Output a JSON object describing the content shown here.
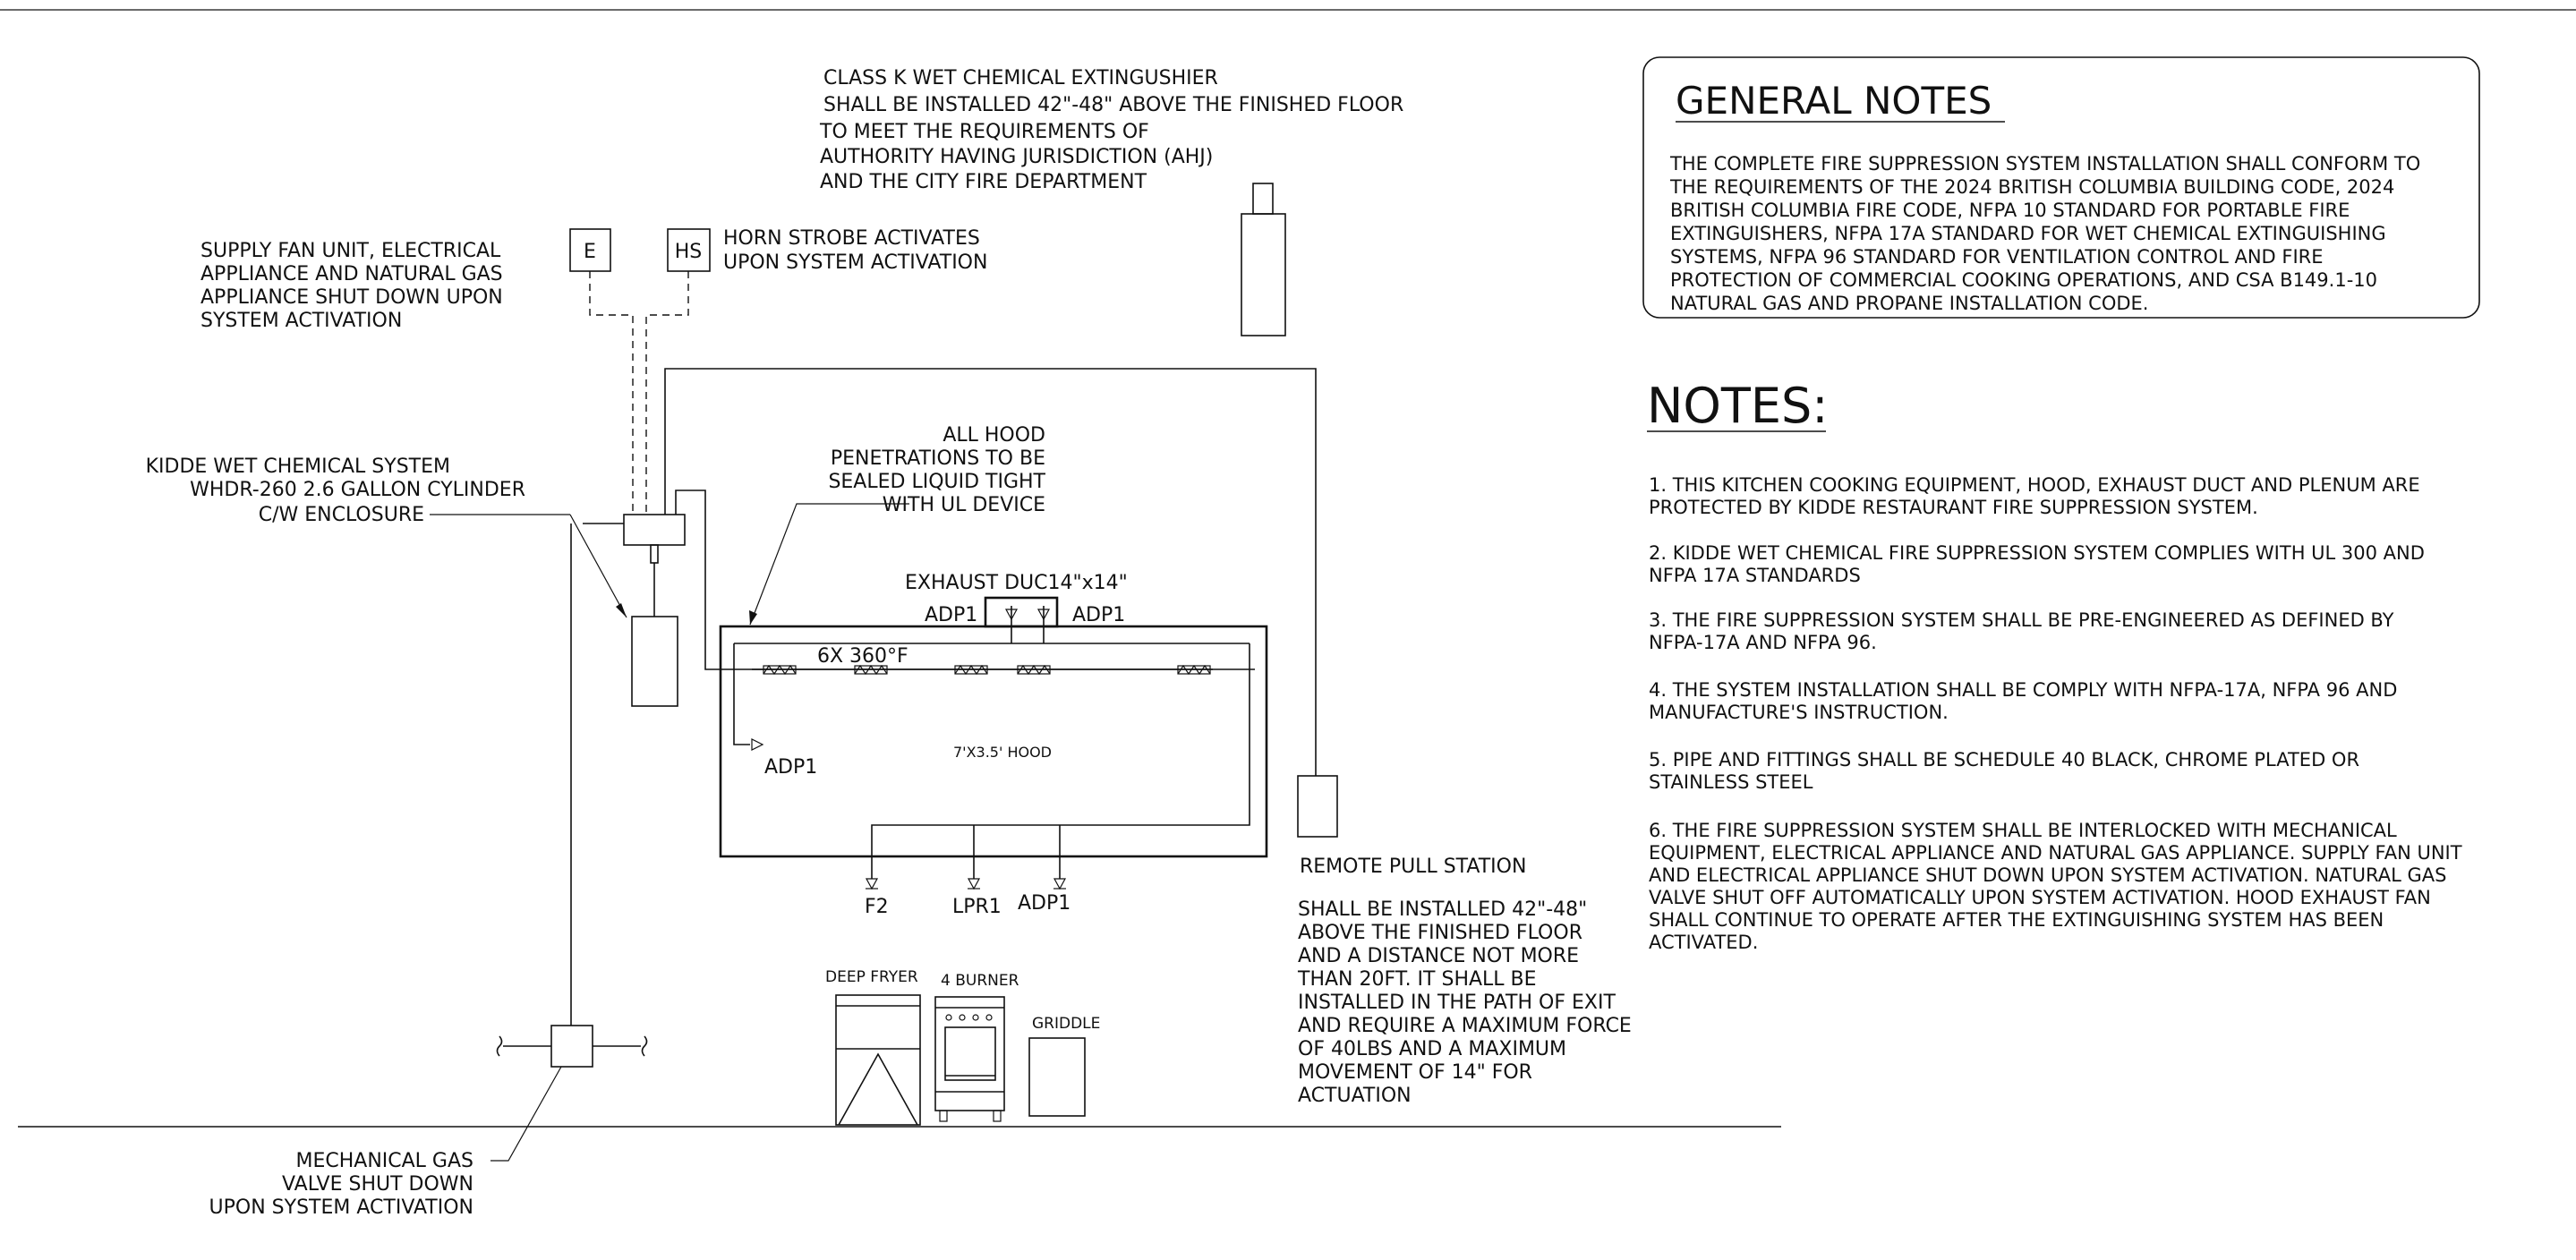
{
  "extinguisher_note": [
    "CLASS K WET CHEMICAL EXTINGUSHIER",
    "SHALL BE INSTALLED 42\"-48\" ABOVE THE FINISHED FLOOR",
    "TO MEET THE REQUIREMENTS OF",
    "AUTHORITY HAVING JURISDICTION (AHJ)",
    "AND THE CITY FIRE DEPARTMENT"
  ],
  "shutdown_note": [
    "SUPPLY FAN UNIT, ELECTRICAL",
    "APPLIANCE AND NATURAL GAS",
    "APPLIANCE SHUT DOWN UPON",
    "SYSTEM ACTIVATION"
  ],
  "box_e": "E",
  "box_hs": "HS",
  "horn_note": [
    "HORN STROBE ACTIVATES",
    "UPON SYSTEM ACTIVATION"
  ],
  "kidde_note": [
    "KIDDE WET CHEMICAL SYSTEM",
    "WHDR-260 2.6 GALLON CYLINDER",
    "C/W ENCLOSURE"
  ],
  "penetration_note": [
    "ALL HOOD",
    "PENETRATIONS TO BE",
    "SEALED LIQUID TIGHT",
    "WITH UL DEVICE"
  ],
  "exhaust_label": "EXHAUST DUC14\"x14\"",
  "adp1_left": "ADP1",
  "adp1_right": "ADP1",
  "fusible_label": "6X 360°F",
  "adp1_inner": "ADP1",
  "hood_label": "7'X3.5' HOOD",
  "nozzle_f2": "F2",
  "nozzle_lpr1": "LPR1",
  "nozzle_adp1": "ADP1",
  "remote_title": "REMOTE PULL STATION",
  "remote_note": [
    "SHALL BE INSTALLED 42\"-48\"",
    "ABOVE THE FINISHED FLOOR",
    "AND A DISTANCE NOT MORE",
    "THAN 20FT. IT SHALL BE",
    "INSTALLED IN THE PATH OF EXIT",
    "AND REQUIRE A MAXIMUM FORCE",
    "OF 40LBS AND A MAXIMUM",
    "MOVEMENT OF 14\" FOR",
    "ACTUATION"
  ],
  "appliances": {
    "fryer": "DEEP FRYER",
    "burner": "4 BURNER",
    "griddle": "GRIDDLE"
  },
  "gas_valve_note": [
    "MECHANICAL GAS",
    "VALVE SHUT DOWN",
    "UPON SYSTEM ACTIVATION"
  ],
  "general_notes": {
    "title": "GENERAL NOTES",
    "lines": [
      "THE COMPLETE FIRE SUPPRESSION SYSTEM INSTALLATION SHALL CONFORM TO",
      "THE REQUIREMENTS OF THE 2024 BRITISH COLUMBIA BUILDING CODE, 2024",
      "BRITISH COLUMBIA FIRE CODE, NFPA 10 STANDARD FOR PORTABLE FIRE",
      "EXTINGUISHERS, NFPA 17A STANDARD FOR WET CHEMICAL EXTINGUISHING",
      "SYSTEMS, NFPA 96 STANDARD FOR VENTILATION CONTROL AND FIRE",
      "PROTECTION OF COMMERCIAL COOKING OPERATIONS, AND CSA B149.1-10",
      "NATURAL GAS AND PROPANE INSTALLATION CODE."
    ]
  },
  "notes": {
    "title": "NOTES:",
    "items": [
      [
        "1. THIS KITCHEN COOKING EQUIPMENT, HOOD, EXHAUST DUCT AND PLENUM ARE",
        "PROTECTED BY KIDDE RESTAURANT FIRE SUPPRESSION SYSTEM."
      ],
      [
        "2. KIDDE WET CHEMICAL FIRE SUPPRESSION SYSTEM COMPLIES WITH UL 300 AND",
        "NFPA 17A STANDARDS"
      ],
      [
        "3. THE FIRE SUPPRESSION SYSTEM SHALL BE PRE-ENGINEERED AS DEFINED BY",
        "NFPA-17A AND NFPA 96."
      ],
      [
        "4. THE SYSTEM INSTALLATION SHALL BE COMPLY WITH NFPA-17A, NFPA 96 AND",
        "MANUFACTURE'S INSTRUCTION."
      ],
      [
        "5. PIPE AND FITTINGS SHALL BE SCHEDULE 40 BLACK, CHROME PLATED OR",
        "STAINLESS STEEL"
      ],
      [
        "6. THE FIRE SUPPRESSION SYSTEM SHALL BE INTERLOCKED WITH MECHANICAL",
        "EQUIPMENT, ELECTRICAL APPLIANCE AND NATURAL GAS APPLIANCE. SUPPLY FAN UNIT",
        "AND ELECTRICAL APPLIANCE SHUT DOWN UPON SYSTEM ACTIVATION. NATURAL GAS",
        "VALVE SHUT OFF AUTOMATICALLY UPON SYSTEM ACTIVATION. HOOD EXHAUST FAN",
        "SHALL CONTINUE TO OPERATE AFTER THE EXTINGUISHING SYSTEM HAS BEEN",
        "ACTIVATED."
      ]
    ]
  }
}
